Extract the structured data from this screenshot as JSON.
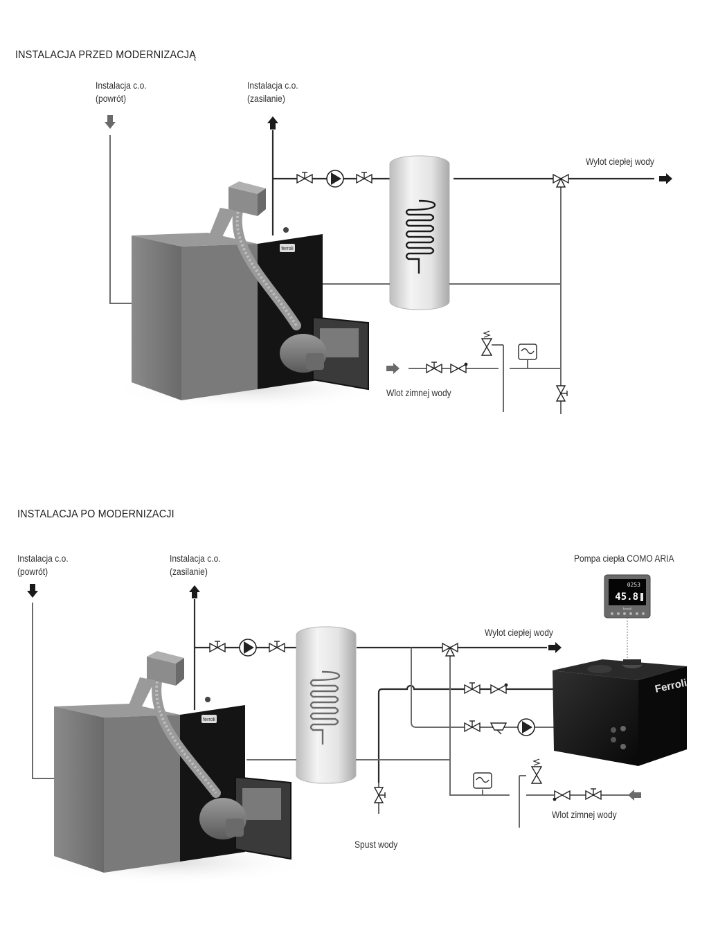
{
  "before": {
    "title": "INSTALACJA PRZED MODERNIZACJĄ",
    "return_label": [
      "Instalacja c.o.",
      "(powrót)"
    ],
    "supply_label": [
      "Instalacja c.o.",
      "(zasilanie)"
    ],
    "hot_water_label": "Wylot ciepłej wody",
    "cold_water_label": "Wlot zimnej wody",
    "boiler_badge": "ferroli"
  },
  "after": {
    "title": "INSTALACJA PO MODERNIZACJI",
    "return_label": [
      "Instalacja c.o.",
      "(powrót)"
    ],
    "supply_label": [
      "Instalacja c.o.",
      "(zasilanie)"
    ],
    "heat_pump_label": "Pompa ciepła COMO ARIA",
    "hot_water_label": "Wylot ciepłej wody",
    "cold_water_label": "Wlot zimnej wody",
    "drain_label": "Spust wody",
    "boiler_badge": "ferroli",
    "heat_pump_brand": "Ferroli",
    "controller": {
      "time": "0253",
      "temperature": "45.8",
      "brand": "ferroli"
    }
  },
  "colors": {
    "pipe": "#2a2a2a",
    "cold_pipe": "#6a6a6a",
    "boiler_body": "#7d7d7d",
    "tank": "#e6e6e6",
    "heat_pump": "#161616"
  }
}
